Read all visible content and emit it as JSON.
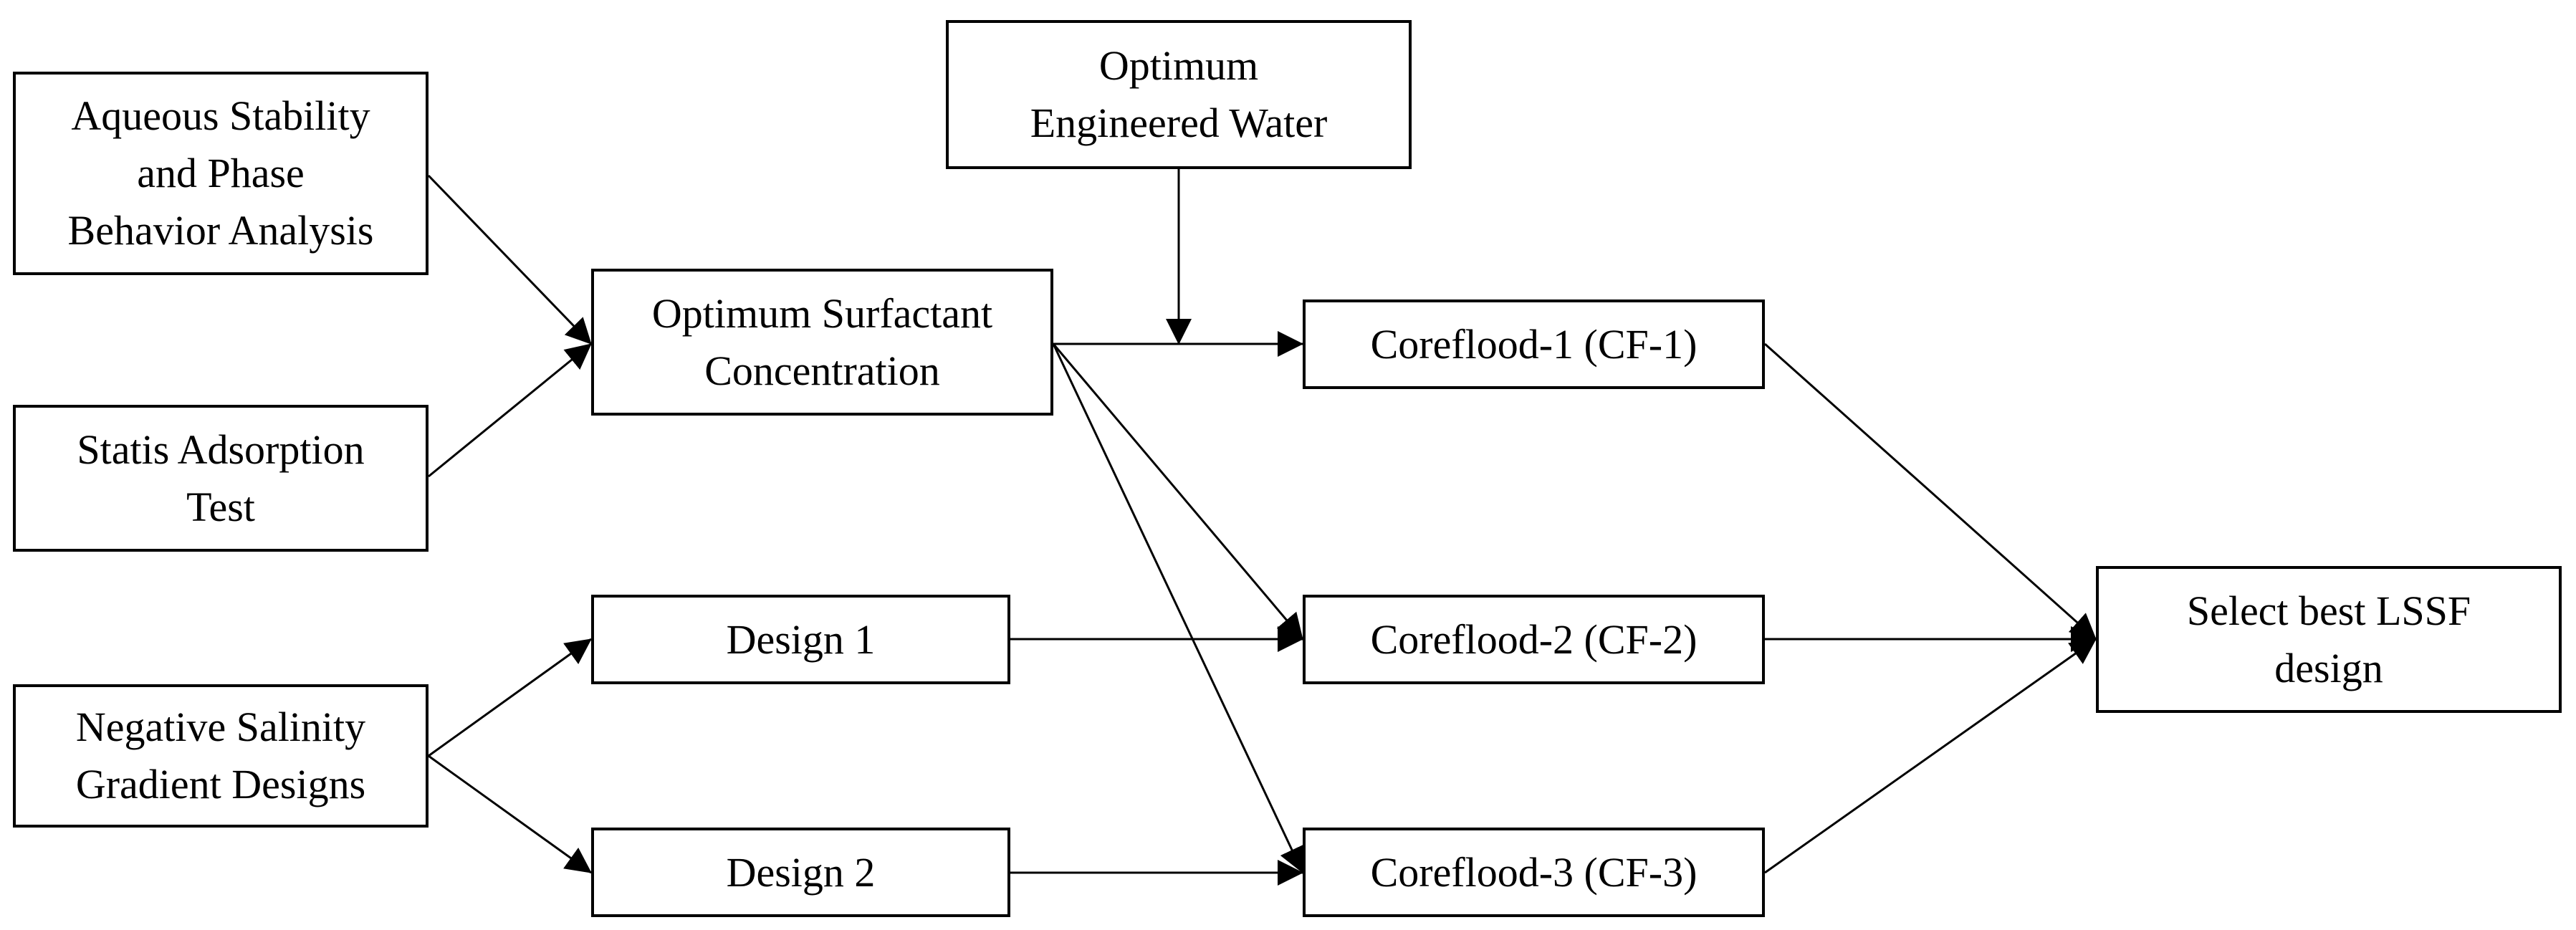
{
  "diagram": {
    "nodes": [
      {
        "id": "aqueous",
        "label": "Aqueous Stability\nand Phase\nBehavior Analysis"
      },
      {
        "id": "adsorption",
        "label": "Statis Adsorption\nTest"
      },
      {
        "id": "salinity",
        "label": "Negative Salinity\nGradient Designs"
      },
      {
        "id": "surfactant",
        "label": "Optimum Surfactant\nConcentration"
      },
      {
        "id": "water",
        "label": "Optimum\nEngineered Water"
      },
      {
        "id": "design1",
        "label": "Design 1"
      },
      {
        "id": "design2",
        "label": "Design 2"
      },
      {
        "id": "cf1",
        "label": "Coreflood-1 (CF-1)"
      },
      {
        "id": "cf2",
        "label": "Coreflood-2 (CF-2)"
      },
      {
        "id": "cf3",
        "label": "Coreflood-3 (CF-3)"
      },
      {
        "id": "select",
        "label": "Select best LSSF\ndesign"
      }
    ],
    "edges": [
      {
        "from": "aqueous",
        "to": "surfactant"
      },
      {
        "from": "adsorption",
        "to": "surfactant"
      },
      {
        "from": "salinity",
        "to": "design1"
      },
      {
        "from": "salinity",
        "to": "design2"
      },
      {
        "from": "water",
        "to": "surfactant-cf1-line"
      },
      {
        "from": "surfactant",
        "to": "cf1"
      },
      {
        "from": "surfactant",
        "to": "cf2"
      },
      {
        "from": "surfactant",
        "to": "cf3"
      },
      {
        "from": "design1",
        "to": "cf2"
      },
      {
        "from": "design2",
        "to": "cf3"
      },
      {
        "from": "cf1",
        "to": "select"
      },
      {
        "from": "cf2",
        "to": "select"
      },
      {
        "from": "cf3",
        "to": "select"
      }
    ]
  }
}
